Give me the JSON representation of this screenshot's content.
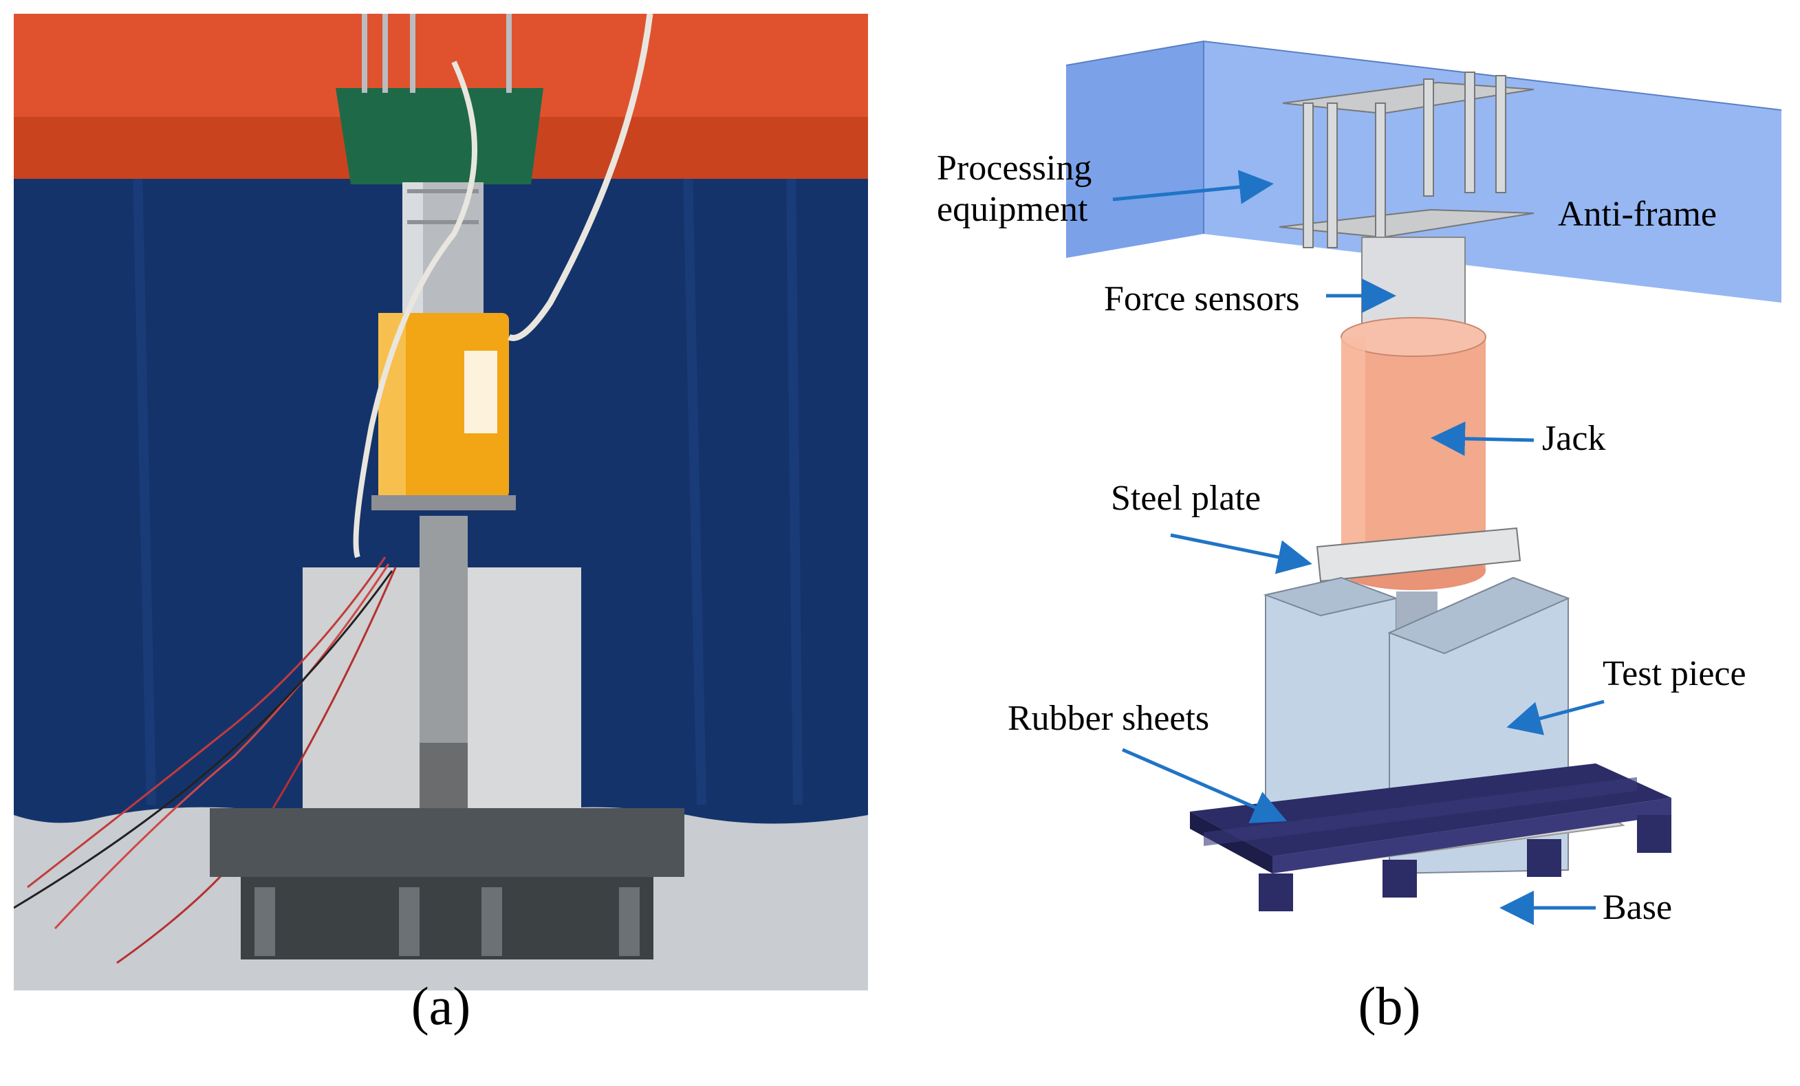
{
  "captions": {
    "a": "(a)",
    "b": "(b)"
  },
  "labels": {
    "processing_line1": "Processing",
    "processing_line2": "equipment",
    "anti_frame": "Anti-frame",
    "force_sensors": "Force sensors",
    "jack": "Jack",
    "steel_plate": "Steel plate",
    "test_piece": "Test piece",
    "rubber_sheets": "Rubber sheets",
    "base": "Base"
  },
  "colors": {
    "arrow": "#1f74c6",
    "anti_frame": "#7ea6ee",
    "jack": "#f2a98c",
    "force_sensor": "#dcdde0",
    "test_piece": "#c3d3e6",
    "base": "#2c2c66",
    "photo_frame_red": "#e0522e",
    "photo_backdrop": "#15336b",
    "photo_jack": "#f2a615"
  }
}
